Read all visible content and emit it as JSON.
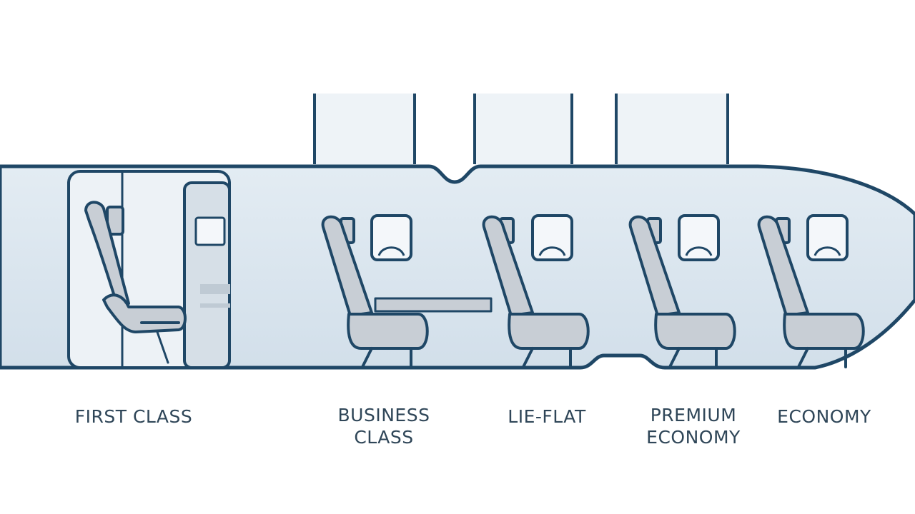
{
  "colors": {
    "outline": "#1f4766",
    "cabin_fill": "#dbe6ef",
    "seat_fill": "#c8ced5",
    "window_fill": "#f4f7fa",
    "bin_fill": "#eef3f7",
    "label_text": "#2f4658"
  },
  "sections": [
    {
      "id": "first",
      "lines": [
        "FIRST CLASS"
      ],
      "icon": "suite-seat-icon"
    },
    {
      "id": "business",
      "lines": [
        "BUSINESS",
        "CLASS"
      ],
      "icon": "seat-with-tray-icon"
    },
    {
      "id": "lieflat",
      "lines": [
        "LIE-FLAT"
      ],
      "icon": "seat-icon"
    },
    {
      "id": "premium",
      "lines": [
        "PREMIUM",
        "ECONOMY"
      ],
      "icon": "seat-icon"
    },
    {
      "id": "economy",
      "lines": [
        "ECONOMY"
      ],
      "icon": "seat-icon"
    }
  ]
}
